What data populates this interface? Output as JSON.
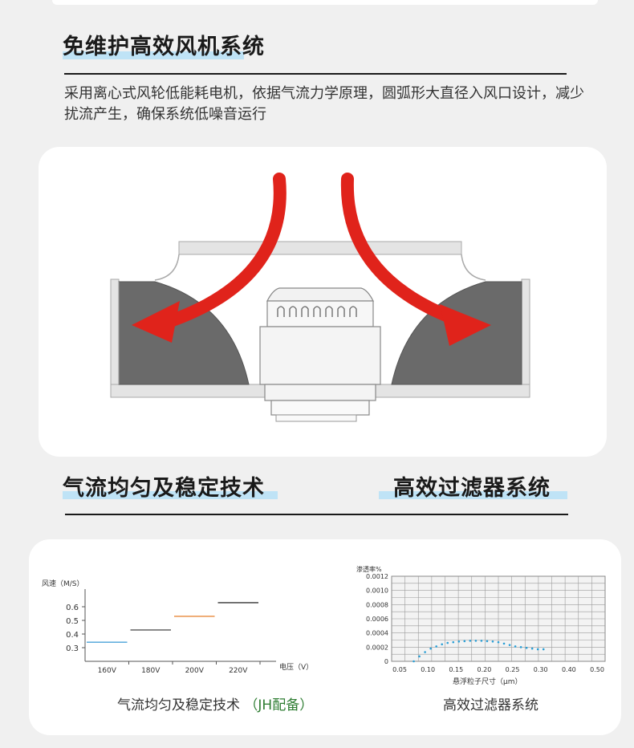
{
  "section1": {
    "title": "免维护高效风机系统",
    "description": "采用离心式风轮低能耗电机，依据气流力学原理，圆弧形大直径入风口设计，减少扰流产生，确保系统低噪音运行"
  },
  "section2": {
    "title_left": "气流均匀及稳定技术",
    "title_right": "高效过滤器系统"
  },
  "colors": {
    "arrow_red": "#e0231b",
    "highlight": "#bfe3f6",
    "series_blue": "#4aa3d8",
    "series_orange": "#e8893a",
    "caption_green": "#2e7d32"
  },
  "chart_data": [
    {
      "type": "line",
      "ylabel": "风速（M/S）",
      "xlabel": "电压（V）",
      "categories": [
        "160V",
        "180V",
        "200V",
        "220V"
      ],
      "yticks": [
        "0.6",
        "0.5",
        "0.4",
        "0.3"
      ],
      "ylim": [
        0.2,
        0.7
      ],
      "series": [
        {
          "values": [
            0.34,
            0.43,
            0.53,
            0.63
          ]
        }
      ],
      "segment_colors": [
        "#4aa3d8",
        "#555555",
        "#e8893a",
        "#333333"
      ],
      "grid": false
    },
    {
      "type": "scatter",
      "ylabel": "渗透率%",
      "xlabel": "悬浮粒子尺寸（μm）",
      "xticks": [
        "0.05",
        "0.10",
        "0.15",
        "0.20",
        "0.25",
        "0.30",
        "0.40",
        "0.50"
      ],
      "yticks": [
        "0.0012",
        "0.0010",
        "0.0008",
        "0.0006",
        "0.0004",
        "0.0002",
        "0"
      ],
      "xlim": [
        0.05,
        0.5
      ],
      "ylim": [
        0,
        0.0012
      ],
      "x": [
        0.075,
        0.085,
        0.095,
        0.105,
        0.115,
        0.125,
        0.135,
        0.145,
        0.155,
        0.165,
        0.175,
        0.185,
        0.195,
        0.205,
        0.215,
        0.225,
        0.235,
        0.245,
        0.255,
        0.265,
        0.275,
        0.285,
        0.295,
        0.305
      ],
      "y": [
        0.0,
        7e-05,
        0.00013,
        0.00018,
        0.00021,
        0.00024,
        0.00026,
        0.00027,
        0.00028,
        0.000285,
        0.00029,
        0.00029,
        0.00029,
        0.000285,
        0.00028,
        0.00027,
        0.00025,
        0.00023,
        0.00021,
        0.0002,
        0.00019,
        0.00018,
        0.00017,
        0.00017
      ],
      "grid": true
    }
  ],
  "captions": {
    "left_main": "气流均匀及稳定技术",
    "left_note": "（JH配备）",
    "right": "高效过滤器系统"
  }
}
